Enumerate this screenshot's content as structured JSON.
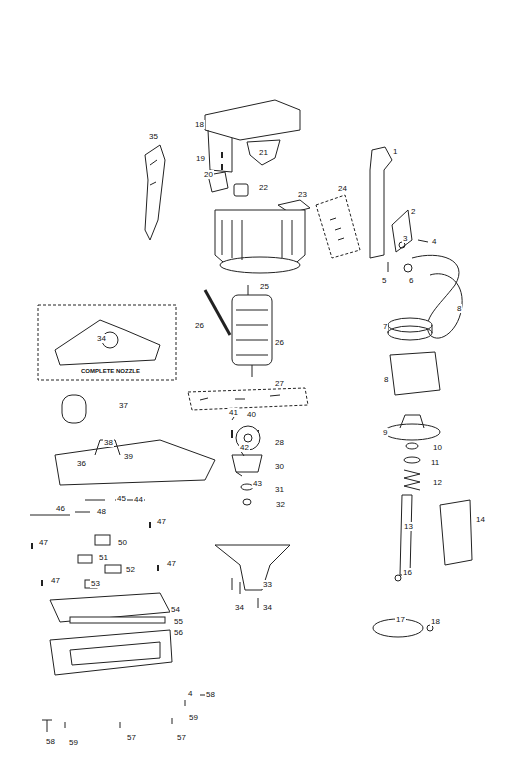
{
  "diagram": {
    "labels": [
      "35",
      "18",
      "19",
      "21",
      "20",
      "22",
      "23",
      "24",
      "1",
      "2",
      "3",
      "4",
      "5",
      "6",
      "8",
      "25",
      "34",
      "COMPLETE NOZZLE",
      "26",
      "26",
      "7",
      "27",
      "8",
      "37",
      "40",
      "41",
      "28",
      "9",
      "38",
      "39",
      "36",
      "42",
      "10",
      "11",
      "30",
      "43",
      "12",
      "31",
      "44",
      "45",
      "32",
      "46",
      "48",
      "47",
      "13",
      "14",
      "47",
      "50",
      "51",
      "47",
      "52",
      "16",
      "47",
      "53",
      "33",
      "34",
      "34",
      "54",
      "17",
      "18",
      "55",
      "56",
      "4",
      "58",
      "59",
      "57",
      "57",
      "58",
      "59"
    ]
  }
}
